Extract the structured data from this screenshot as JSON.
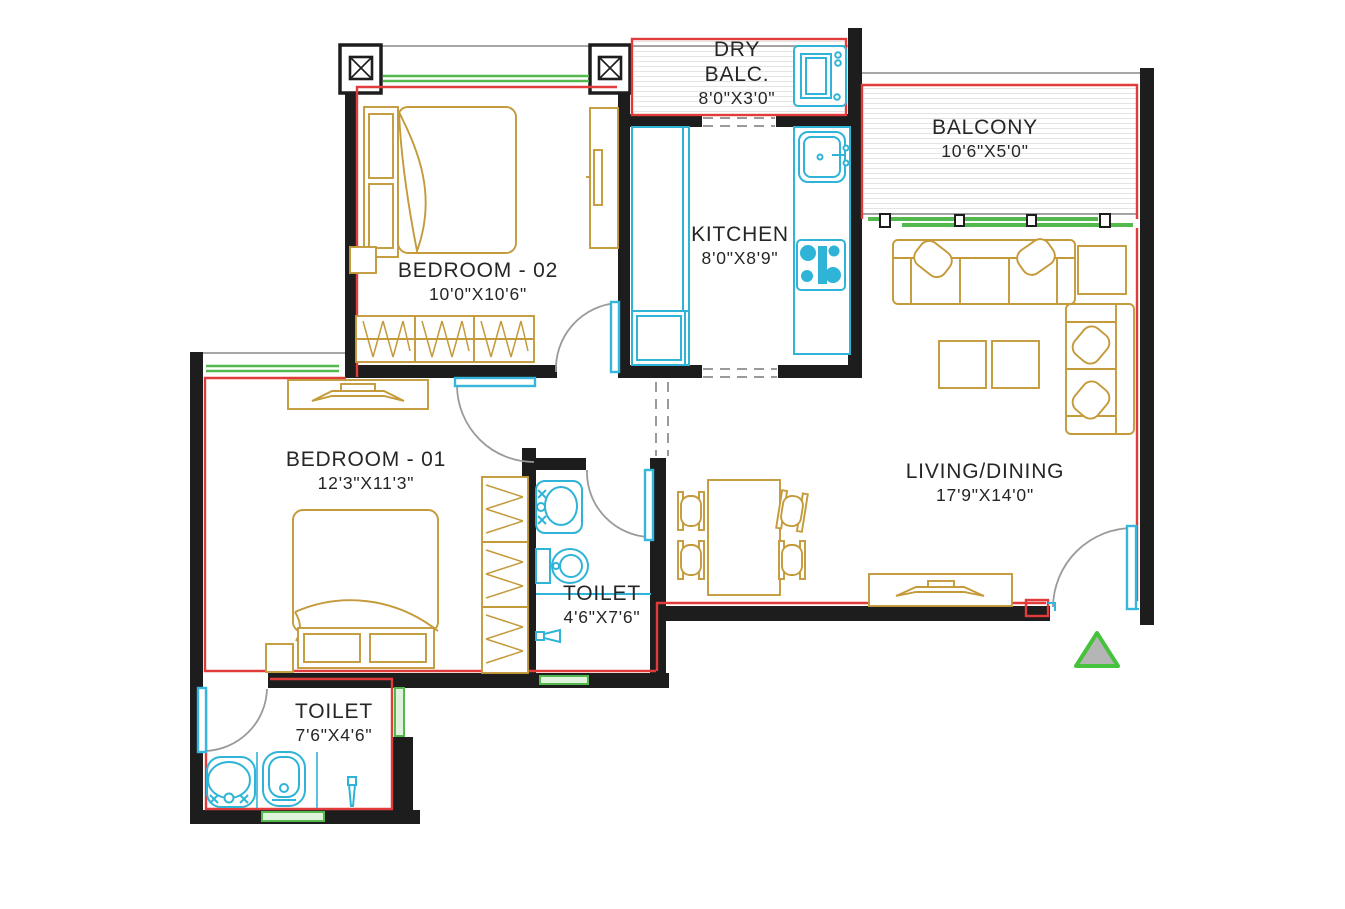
{
  "rooms": [
    {
      "id": "bedroom-02",
      "name": "BEDROOM - 02",
      "dims": "10'0\"X10'6\"",
      "furniture": [
        "double-bed",
        "wardrobe",
        "dresser",
        "side-table"
      ]
    },
    {
      "id": "dry-balcony",
      "name": "DRY BALC.",
      "dims": "8'0\"X3'0\"",
      "furniture": [
        "washing-machine"
      ]
    },
    {
      "id": "kitchen",
      "name": "KITCHEN",
      "dims": "8'0\"X8'9\"",
      "furniture": [
        "counter",
        "sink",
        "hob",
        "refrigerator"
      ]
    },
    {
      "id": "balcony",
      "name": "BALCONY",
      "dims": "10'6\"X5'0\"",
      "furniture": []
    },
    {
      "id": "living-dining",
      "name": "LIVING/DINING",
      "dims": "17'9\"X14'0\"",
      "furniture": [
        "sofa-3-seater",
        "sofa-2-seater",
        "side-table",
        "coffee-tables",
        "dining-table",
        "chairs",
        "tv-unit"
      ]
    },
    {
      "id": "bedroom-01",
      "name": "BEDROOM - 01",
      "dims": "12'3\"X11'3\"",
      "furniture": [
        "double-bed",
        "wardrobe",
        "dresser",
        "side-table"
      ]
    },
    {
      "id": "toilet-common",
      "name": "TOILET",
      "dims": "4'6\"X7'6\"",
      "furniture": [
        "washbasin",
        "wc",
        "shower"
      ]
    },
    {
      "id": "toilet-attached",
      "name": "TOILET",
      "dims": "7'6\"X4'6\"",
      "furniture": [
        "washbasin",
        "wc",
        "shower"
      ]
    }
  ],
  "icons": [
    "column-x-icon",
    "entry-arrow-icon",
    "door-swing-icon",
    "sliding-window-icon",
    "vent-window-icon"
  ],
  "colors": {
    "wall": "#1d1d1d",
    "carpet_line": "#e23b3b",
    "furniture": "#c49a3a",
    "plumbing": "#2fb4d8",
    "window": "#53b94e",
    "door_arc": "#9a9a9a",
    "hatch": "#e4e4e4",
    "entry_fill": "#b5b5b5",
    "text": "#262626",
    "background": "#ffffff"
  }
}
